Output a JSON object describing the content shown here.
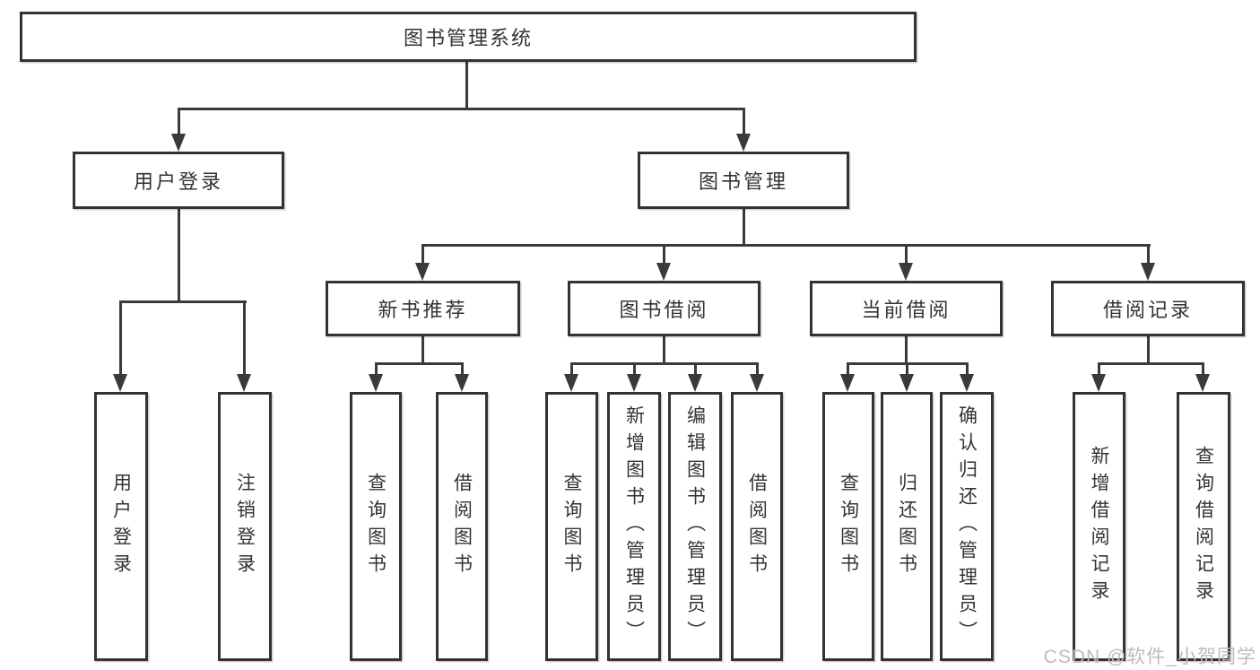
{
  "watermark": "CSDN @软件_小贺同学",
  "colors": {
    "line": "#3a3a3a",
    "border": "#333333",
    "text": "#333333",
    "watermark": "#bcbcbc",
    "background": "#ffffff"
  },
  "chart_type": "tree-diagram",
  "nodes": {
    "root": {
      "label": "图书管理系统",
      "children": [
        {
          "label": "用户登录",
          "children": [
            {
              "label": "用户登录"
            },
            {
              "label": "注销登录"
            }
          ]
        },
        {
          "label": "图书管理",
          "children": [
            {
              "label": "新书推荐",
              "children": [
                {
                  "label": "查询图书"
                },
                {
                  "label": "借阅图书"
                }
              ]
            },
            {
              "label": "图书借阅",
              "children": [
                {
                  "label": "查询图书"
                },
                {
                  "label": "新增图书（管理员）"
                },
                {
                  "label": "编辑图书（管理员）"
                },
                {
                  "label": "借阅图书"
                }
              ]
            },
            {
              "label": "当前借阅",
              "children": [
                {
                  "label": "查询图书"
                },
                {
                  "label": "归还图书"
                },
                {
                  "label": "确认归还（管理员）"
                }
              ]
            },
            {
              "label": "借阅记录",
              "children": [
                {
                  "label": "新增借阅记录"
                },
                {
                  "label": "查询借阅记录"
                }
              ]
            }
          ]
        }
      ]
    }
  }
}
